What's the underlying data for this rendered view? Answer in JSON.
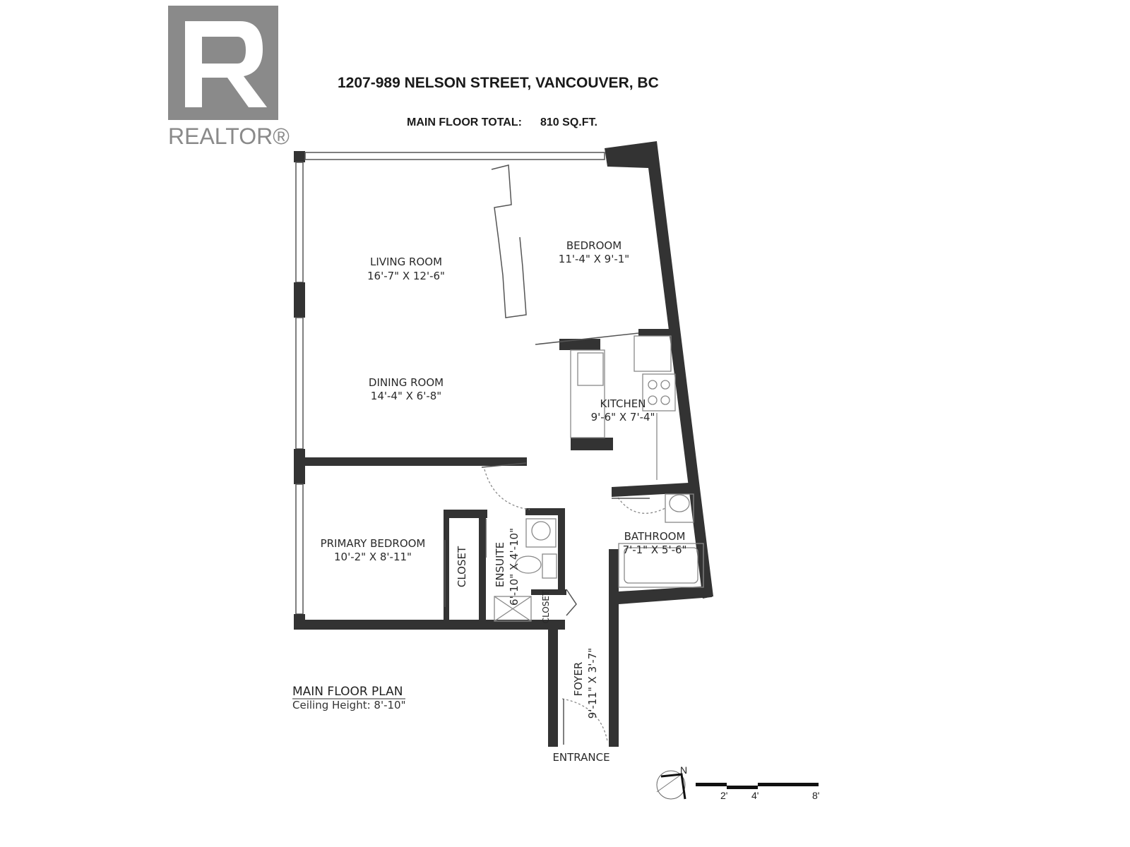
{
  "logo": {
    "text": "REALTOR®",
    "color": "#8a8a8a"
  },
  "header": {
    "address": "1207-989 NELSON STREET, VANCOUVER, BC",
    "total_label": "MAIN FLOOR TOTAL:",
    "total_value": "810 SQ.FT."
  },
  "rooms": {
    "living": {
      "name": "LIVING ROOM",
      "size": "16'-7\" X 12'-6\""
    },
    "bedroom": {
      "name": "BEDROOM",
      "size": "11'-4\" X 9'-1\""
    },
    "dining": {
      "name": "DINING ROOM",
      "size": "14'-4\" X 6'-8\""
    },
    "kitchen": {
      "name": "KITCHEN",
      "size": "9'-6\" X 7'-4\""
    },
    "primary": {
      "name": "PRIMARY BEDROOM",
      "size": "10'-2\" X 8'-11\""
    },
    "closet1": {
      "name": "CLOSET"
    },
    "ensuite": {
      "name": "ENSUITE",
      "size": "6'-10\" X 4'-10\""
    },
    "closet2": {
      "name": "CLOSET"
    },
    "bathroom": {
      "name": "BATHROOM",
      "size": "7'-1\" X 5'-6\""
    },
    "foyer": {
      "name": "FOYER",
      "size": "9'-11\" X 3'-7\""
    },
    "entrance": {
      "name": "ENTRANCE"
    }
  },
  "plan": {
    "title": "MAIN FLOOR PLAN",
    "ceiling": "Ceiling Height: 8'-10\""
  },
  "compass": {
    "label": "N"
  },
  "scale": {
    "ticks": [
      "2'",
      "4'",
      "8'"
    ]
  }
}
